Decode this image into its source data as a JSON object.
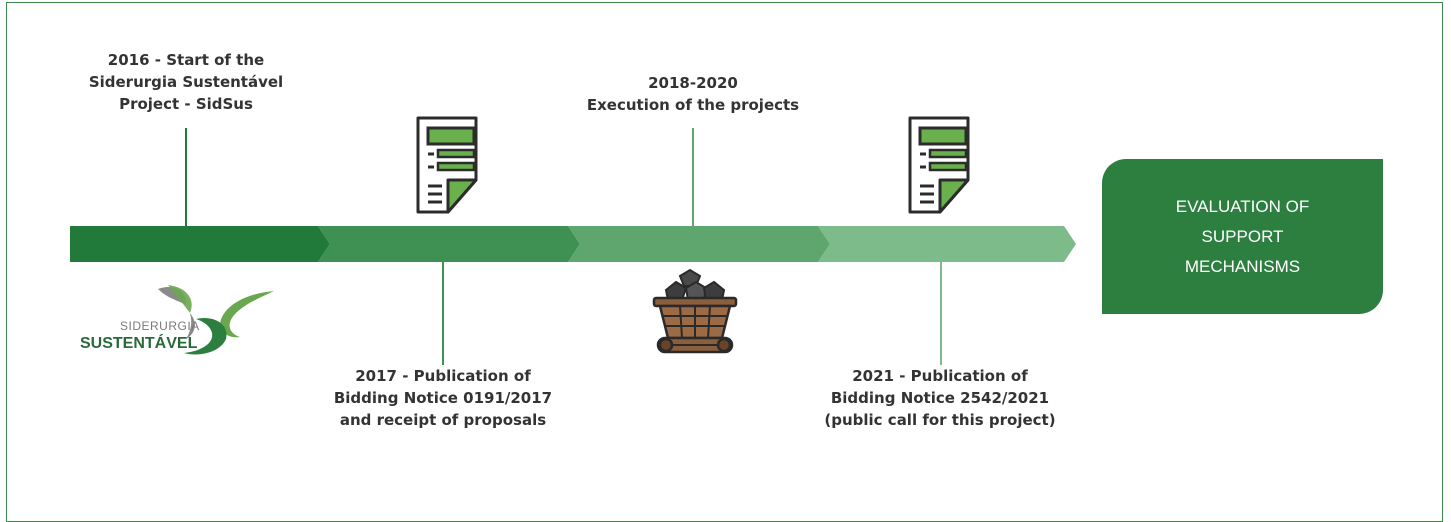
{
  "milestones": [
    {
      "label": "2016 - Start of the\nSiderurgia Sustentável\nProject - SidSus"
    },
    {
      "label": "2017 - Publication of\nBidding Notice 0191/2017\nand receipt of proposals"
    },
    {
      "label": "2018-2020\nExecution of the projects"
    },
    {
      "label": "2021 - Publication of\nBidding Notice 2542/2021\n(public call for this project)"
    }
  ],
  "final_box": {
    "label": "EVALUATION OF\nSUPPORT\nMECHANISMS"
  },
  "logo": {
    "line1": "SIDERURGIA",
    "line2": "SUSTENTÁVEL"
  },
  "colors": {
    "segment_1": "#217a3a",
    "segment_2": "#3e9152",
    "segment_3": "#5ea56e",
    "segment_4": "#7dbb8b",
    "final_box": "#2d7f40",
    "icon_green": "#6ab04c",
    "icon_dark": "#2c2c2c",
    "frame": "#3a8a4e"
  },
  "icons": [
    "document-icon",
    "coal-cart-icon",
    "document-icon",
    "leaf-logo-icon"
  ]
}
